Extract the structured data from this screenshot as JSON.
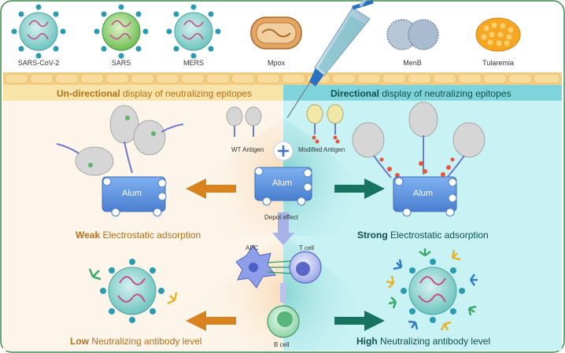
{
  "pathogens": [
    {
      "name": "SARS-CoV-2"
    },
    {
      "name": "SARS"
    },
    {
      "name": "MERS"
    },
    {
      "name": "Mpox"
    },
    {
      "name": "MenB"
    },
    {
      "name": "Tularemia"
    }
  ],
  "left": {
    "header_strong": "Un-directional",
    "header_rest": " display of neutralizing epitopes",
    "adsorption_strong": "Weak",
    "adsorption_rest": " Electrostatic adsorption",
    "antibody_strong": "Low",
    "antibody_rest": " Neutralizing antibody level",
    "alum": "Alum"
  },
  "right": {
    "header_strong": "Directional",
    "header_rest": " display of neutralizing epitopes",
    "adsorption_strong": "Strong",
    "adsorption_rest": " Electrostatic adsorption",
    "antibody_strong": "High",
    "antibody_rest": " Neutralizing antibody level",
    "alum": "Alum"
  },
  "center": {
    "wt_antigen": "WT Antigen",
    "modified_antigen": "Modified Antigen",
    "alum": "Alum",
    "depot": "Depot effect",
    "apc": "APC",
    "tcell": "T cell",
    "bcell": "B cell"
  },
  "colors": {
    "left_bg": "#fdf5ea",
    "right_bg": "#c8f2f4",
    "left_accent": "#d9831f",
    "right_accent": "#16735f",
    "alum": "#5a90dd"
  }
}
